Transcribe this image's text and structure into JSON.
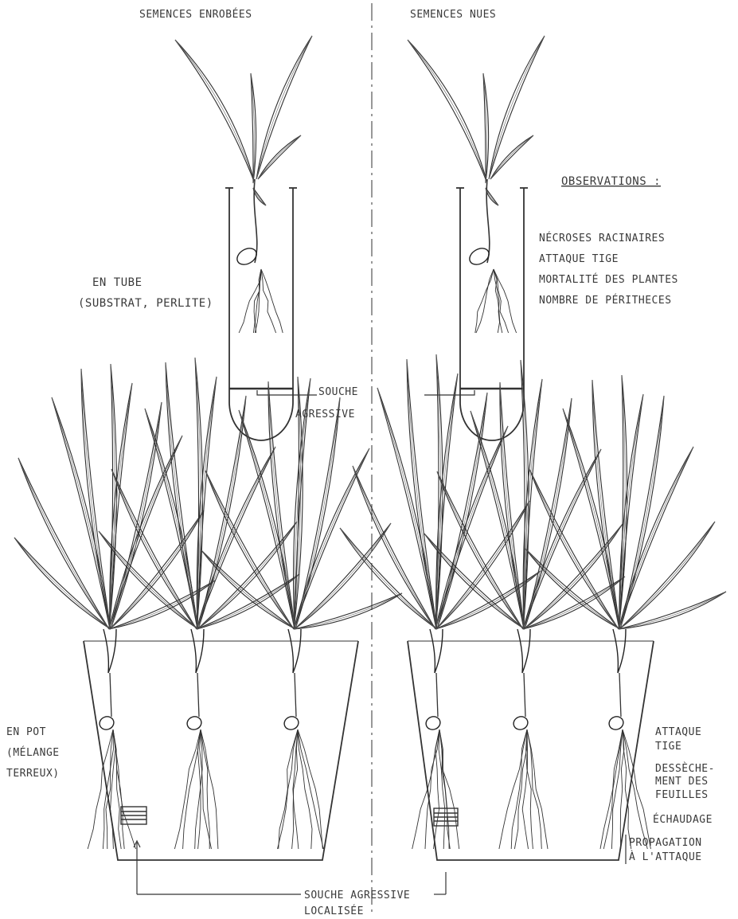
{
  "headers": {
    "left": "SEMENCES ENROBÉES",
    "right": "SEMENCES NUES"
  },
  "tube": {
    "label_line1": "EN TUBE",
    "label_line2": "(SUBSTRAT, PERLITE)",
    "strain_line1": "SOUCHE",
    "strain_line2": "AGRESSIVE"
  },
  "observations": {
    "title": "OBSERVATIONS :",
    "items": [
      "NÉCROSES RACINAIRES",
      "ATTAQUE TIGE",
      "MORTALITÉ DES PLANTES",
      "NOMBRE DE PÉRITHECES"
    ]
  },
  "pot": {
    "label_line1": "EN POT",
    "label_line2": "(MÉLANGE",
    "label_line3": "TERREUX)",
    "strain_line1": "SOUCHE AGRESSIVE",
    "strain_line2": "LOCALISÉE"
  },
  "pot_observations": [
    "ATTAQUE",
    "TIGE",
    "DESSÈCHE-",
    "MENT DES",
    "FEUILLES",
    "ÉCHAUDAGE",
    "PROPAGATION",
    "À L'ATTAQUE"
  ]
}
